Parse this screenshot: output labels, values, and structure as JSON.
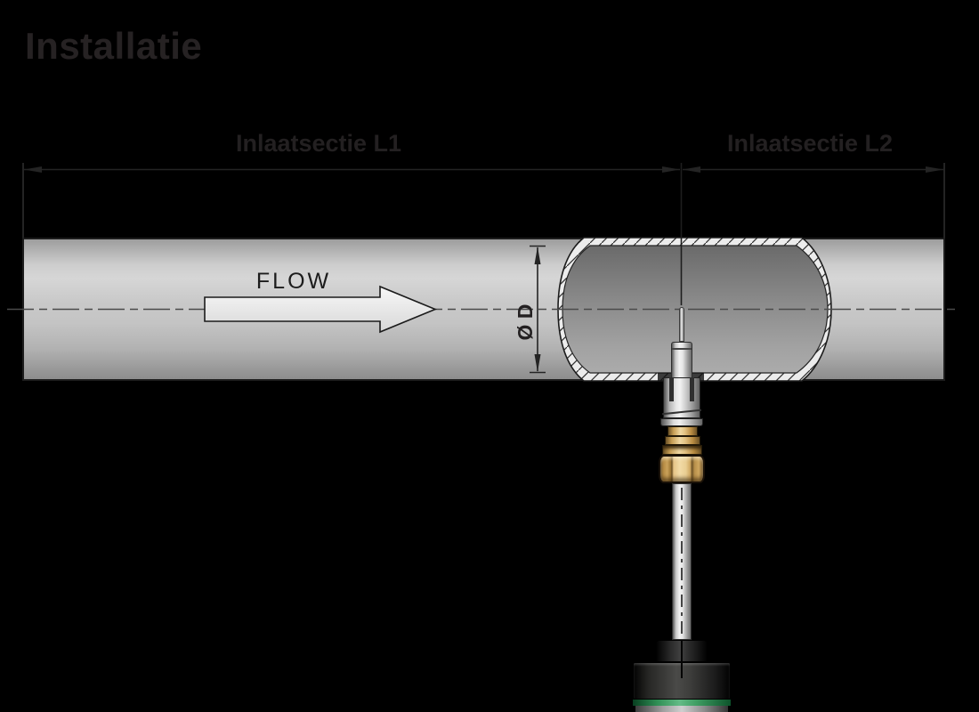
{
  "title": "Installatie",
  "diagram": {
    "inlet_section_l1": "Inlaatsectie L1",
    "inlet_section_l2": "Inlaatsectie L2",
    "flow_label": "FLOW",
    "diameter_label": "Ø D",
    "colors": {
      "background": "#000000",
      "line": "#242424",
      "pipe_surface": "#c6c6c6",
      "cutaway_interior": "#8b8b8b",
      "cutaway_hatch_fill": "#ececec",
      "flow_arrow_fill": "#ededed",
      "steel": "#d8d8d8",
      "brass": "#d9b36a",
      "sensor_body": "#1c1c1c",
      "sensor_ring_green": "#3f9e63"
    }
  }
}
